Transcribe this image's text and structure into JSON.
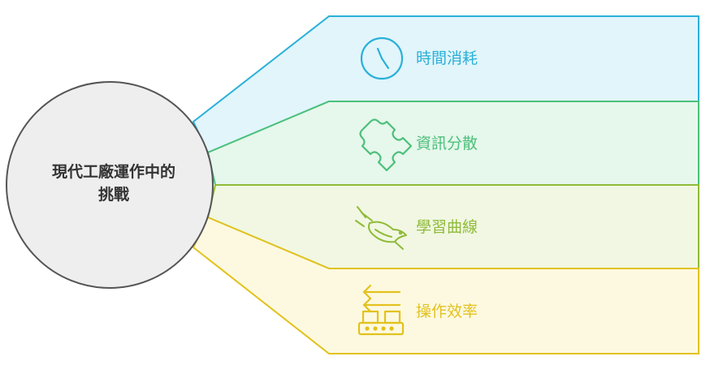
{
  "center": {
    "line1": "現代工廠運作中的",
    "line2": "挑戰"
  },
  "items": [
    {
      "label": "時間消耗",
      "icon": "clock-icon",
      "color": "#2ab0d8",
      "fill": "#e1f5fb"
    },
    {
      "label": "資訊分散",
      "icon": "puzzle-icon",
      "color": "#4cc07a",
      "fill": "#e6f7ec"
    },
    {
      "label": "學習曲線",
      "icon": "bird-icon",
      "color": "#8fbb38",
      "fill": "#f1f7e2"
    },
    {
      "label": "操作效率",
      "icon": "conveyor-icon",
      "color": "#e2c21e",
      "fill": "#fdf9e0"
    }
  ],
  "center_style": {
    "fill": "#eeeeee",
    "stroke": "#555555"
  }
}
